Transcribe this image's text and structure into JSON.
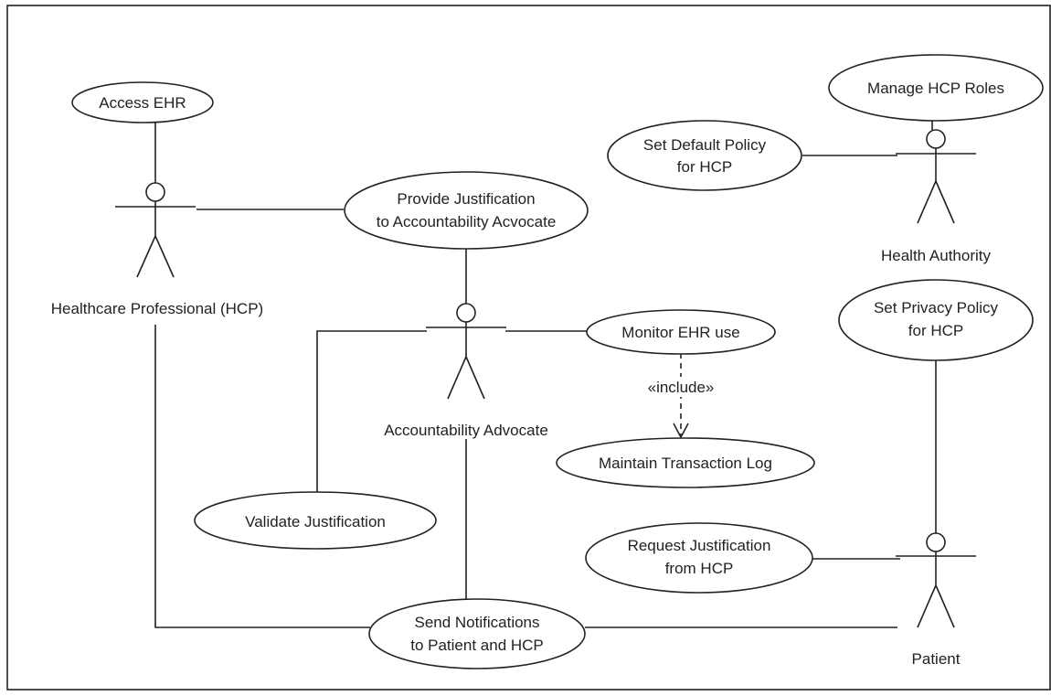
{
  "diagram": {
    "actors": {
      "hcp": "Healthcare Professional (HCP)",
      "accountability": "Accountability Advocate",
      "health_authority": "Health Authority",
      "patient": "Patient"
    },
    "use_cases": {
      "access_ehr": "Access EHR",
      "provide_justification": [
        "Provide Justification",
        "to Accountability Acvocate"
      ],
      "manage_roles": "Manage HCP Roles",
      "set_default_policy": [
        "Set Default Policy",
        "for HCP"
      ],
      "set_privacy_policy": [
        "Set Privacy Policy",
        "for HCP"
      ],
      "monitor_ehr": "Monitor EHR use",
      "maintain_log": "Maintain Transaction Log",
      "validate_justification": "Validate Justification",
      "request_justification": [
        "Request Justification",
        "from HCP"
      ],
      "send_notifications": [
        "Send Notifications",
        "to Patient and HCP"
      ]
    },
    "relations": {
      "include_label": "«include»"
    }
  }
}
